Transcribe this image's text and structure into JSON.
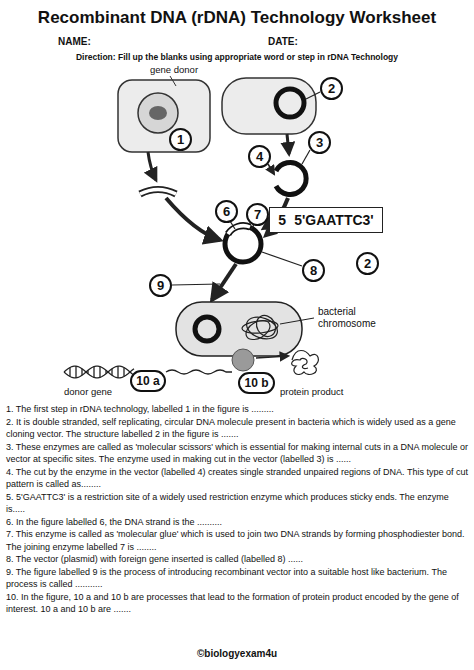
{
  "diagram": {
    "title": "Recombinant DNA (rDNA) Technology Worksheet",
    "nodes": [
      {
        "text": [
          "1"
        ]
      },
      {
        "text": [
          "2"
        ]
      },
      {
        "text": [
          "3"
        ]
      },
      {
        "text": [
          "4"
        ]
      },
      {
        "text": [
          "6"
        ]
      },
      {
        "text": [
          "7"
        ]
      },
      {
        "text": [
          "5",
          "5'GAATTC3'"
        ]
      },
      {
        "text": [
          "2"
        ]
      },
      {
        "text": [
          "8"
        ]
      },
      {
        "text": [
          "9"
        ]
      },
      {
        "text": [
          "10 a"
        ]
      },
      {
        "text": [
          "10 b"
        ]
      }
    ],
    "labels": [
      "NAME:",
      "DATE:",
      "Direction: Fill up the blanks using appropriate word or step in rDNA Technology",
      "gene donor",
      "bacterial chromosome",
      "donor gene",
      "protein product",
      "1. The first step in rDNA technology, labelled 1 in the figure is .........",
      "2. It is double stranded, self replicating, circular DNA molecule present in bacteria which is widely used as a gene cloning vector. The structure labelled 2 in the figure is .......",
      "3. These enzymes are called as 'molecular scissors' which is essential for making internal cuts in a DNA molecule or vector at specific sites. The enzyme used in making cut in the vector (labelled 3) is ......",
      "4. The cut by the enzyme in the vector (labelled 4) creates single stranded unpaired regions of DNA. This type of cut pattern is called as........",
      "5. 5'GAATTC3' is a restriction site of a widely used restriction enzyme which produces sticky ends. The enzyme is.....",
      "6. In the figure labelled 6, the DNA strand is the ..........",
      "7. This enzyme is called as 'molecular glue' which is used to join two DNA strands by forming phosphodiester bond. The joining enzyme labelled 7 is ........",
      "8. The vector (plasmid) with foreign gene inserted is called (labelled 8) ......",
      "9. The figure labelled 9 is the process of introducing recombinant vector into a suitable host like bacterium. The process is called ...........",
      "10. In the figure, 10 a and 10 b are processes that lead to the formation of protein product encoded by the gene of interest. 10 a and 10 b are .......",
      "©biologyexam4u"
    ]
  }
}
